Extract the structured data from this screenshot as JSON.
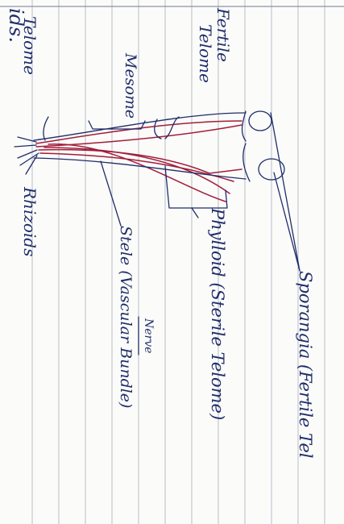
{
  "labels": {
    "header_fragment": "ids.",
    "fertile_telome_1": "Fertile",
    "fertile_telome_2": "Telome",
    "telome": "Telome",
    "mesome": "Mesome",
    "rhizoids": "Rhizoids",
    "sporangia": "Sporangia (Fertile Tel",
    "phylloid": "Phylloid (Sterile Telome)",
    "stele": "Stele (Vascular Bundle)",
    "nerve": "Nerve"
  },
  "colors": {
    "ink": "#1f2d6b",
    "red_ink": "#a11d3a",
    "paper": "#fbfbf9",
    "rule_line": "#b9bdc9"
  }
}
